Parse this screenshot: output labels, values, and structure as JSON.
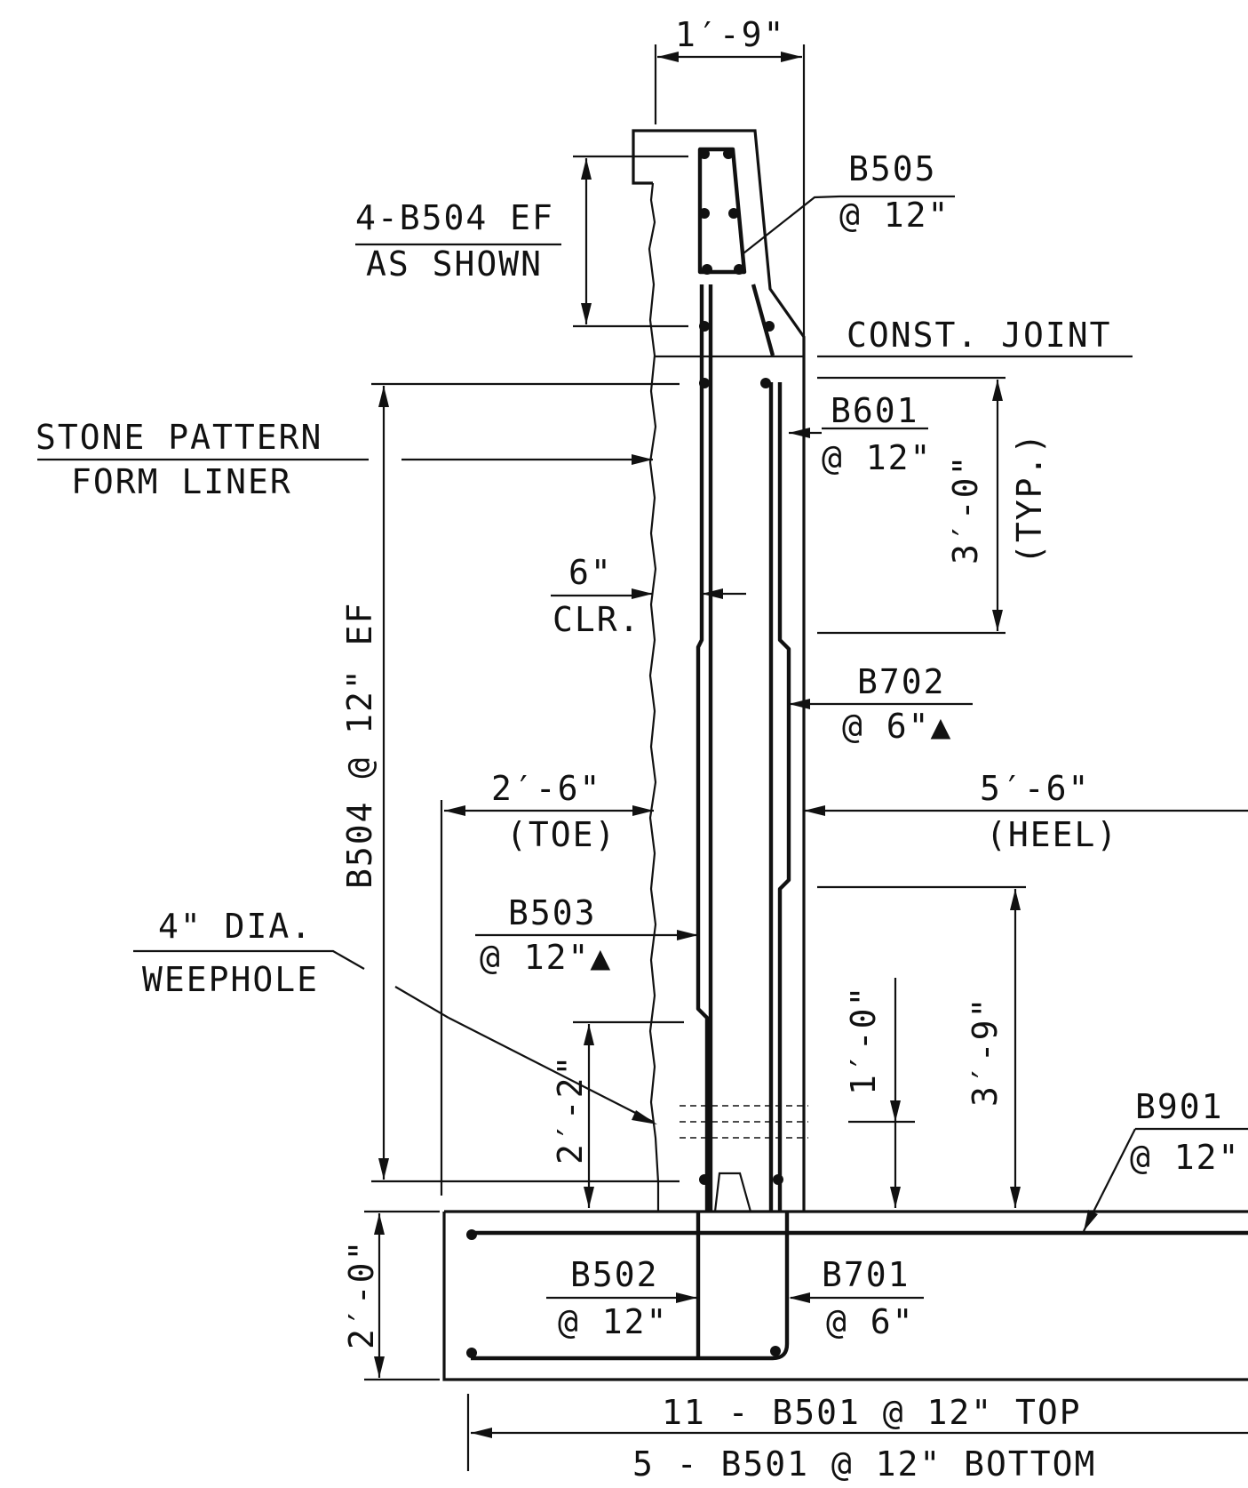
{
  "labels": {
    "top_width": "1′-9\"",
    "cap_bars_line1": "4-B504 EF",
    "cap_bars_line2": "AS SHOWN",
    "b505_line1": "B505",
    "b505_line2": "@ 12\"",
    "const_joint": "CONST. JOINT",
    "liner_line1": "STONE PATTERN",
    "liner_line2": "FORM LINER",
    "b601_line1": "B601",
    "b601_line2": "@ 12\"",
    "dim_3ft": "3′-0\"",
    "typ": "(TYP.)",
    "clr_line1": "6\"",
    "clr_line2": "CLR.",
    "b702_line1": "B702",
    "b702_line2": "@ 6\"▲",
    "vert_b504": "B504 @ 12\" EF",
    "toe_line1": "2′-6\"",
    "toe_line2": "(TOE)",
    "heel_line1": "5′-6\"",
    "heel_line2": "(HEEL)",
    "weep_line1": "4\" DIA.",
    "weep_line2": "WEEPHOLE",
    "b503_line1": "B503",
    "b503_line2": "@ 12\"▲",
    "dim_2ft2": "2′-2\"",
    "dim_1ft": "1′-0\"",
    "dim_3ft9": "3′-9\"",
    "b901_line1": "B901",
    "b901_line2": "@ 12\"",
    "footing_depth": "2′-0\"",
    "b502_line1": "B502",
    "b502_line2": "@ 12\"",
    "b701_line1": "B701",
    "b701_line2": "@ 6\"",
    "b501_top": "11 - B501 @ 12\"  TOP",
    "b501_bottom": "5 - B501 @ 12\"  BOTTOM"
  }
}
